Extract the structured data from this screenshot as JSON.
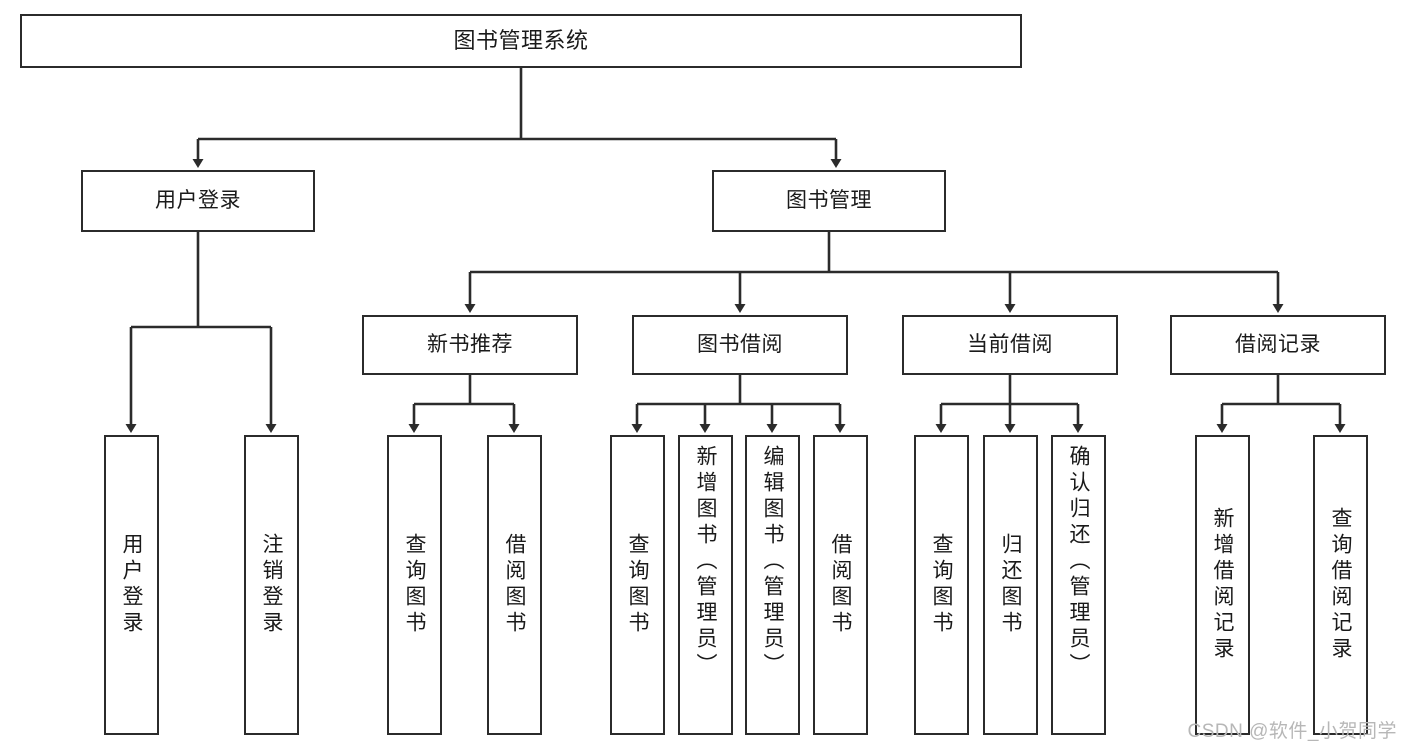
{
  "diagram": {
    "title": "图书管理系统",
    "type": "tree",
    "orientation": "top-down",
    "colors": {
      "box_border": "#2b2b2b",
      "box_fill": "#ffffff",
      "connector": "#2b2b2b",
      "text": "#1a1a1a",
      "watermark": "#b7b7b7",
      "background": "#ffffff"
    },
    "root": {
      "label": "图书管理系统"
    },
    "level2": [
      {
        "label": "用户登录"
      },
      {
        "label": "图书管理"
      }
    ],
    "level3": [
      {
        "label": "新书推荐"
      },
      {
        "label": "图书借阅"
      },
      {
        "label": "当前借阅"
      },
      {
        "label": "借阅记录"
      }
    ],
    "leaves": [
      {
        "label": "用户登录",
        "parent": "用户登录"
      },
      {
        "label": "注销登录",
        "parent": "用户登录"
      },
      {
        "label": "查询图书",
        "parent": "新书推荐"
      },
      {
        "label": "借阅图书",
        "parent": "新书推荐"
      },
      {
        "label": "查询图书",
        "parent": "图书借阅"
      },
      {
        "label": "新增图书（管理员）",
        "parent": "图书借阅"
      },
      {
        "label": "编辑图书（管理员）",
        "parent": "图书借阅"
      },
      {
        "label": "借阅图书",
        "parent": "图书借阅"
      },
      {
        "label": "查询图书",
        "parent": "当前借阅"
      },
      {
        "label": "归还图书",
        "parent": "当前借阅"
      },
      {
        "label": "确认归还（管理员）",
        "parent": "当前借阅"
      },
      {
        "label": "新增借阅记录",
        "parent": "借阅记录"
      },
      {
        "label": "查询借阅记录",
        "parent": "借阅记录"
      }
    ],
    "watermark": "CSDN @软件_小贺同学"
  }
}
